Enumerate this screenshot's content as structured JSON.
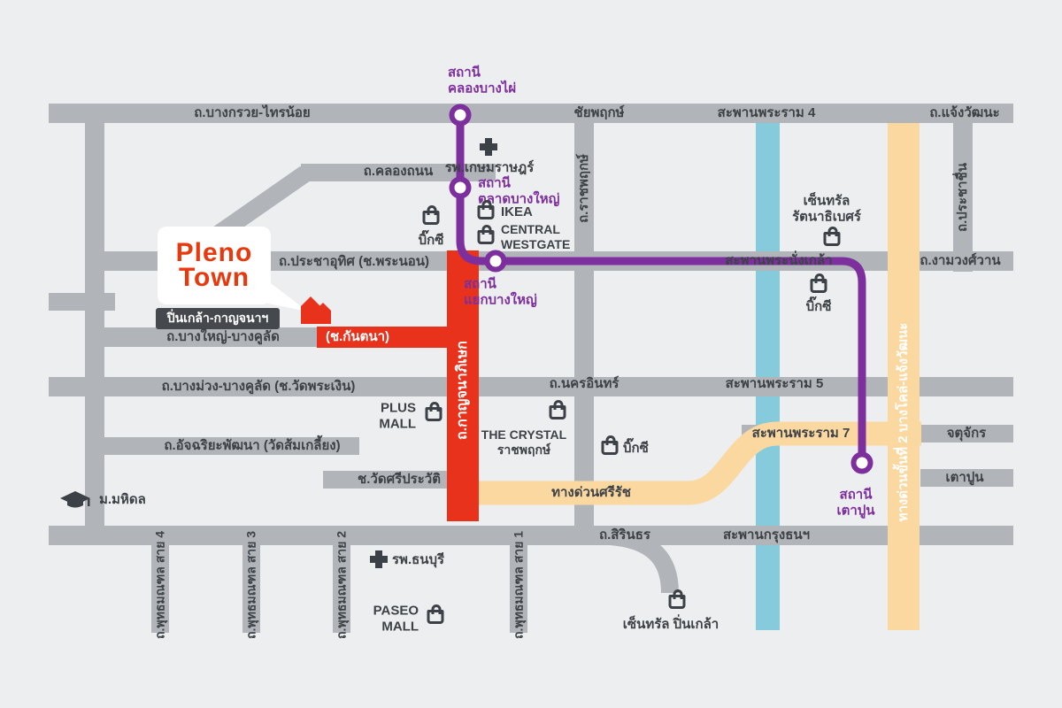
{
  "colors": {
    "background": "#edeef0",
    "road_gray": "#b1b5ba",
    "highway_red": "#e8321c",
    "mrt_purple": "#7d2f9d",
    "expressway_orange": "#fbd8a0",
    "river_blue": "#85cbdc",
    "label_dark": "#3d4247",
    "brand_red": "#e8380d"
  },
  "logo": {
    "brand_line1": "Pleno",
    "brand_line2": "Town",
    "project": "ปิ่นเกล้า-กาญจนาฯ"
  },
  "roads": {
    "bang_kruai_sai_noi": "ถ.บางกรวย-ไทรน้อย",
    "chaiyaphruek": "ชัยพฤกษ์",
    "saphan_rama4": "สะพานพระราม 4",
    "chaengwattana": "ถ.แจ้งวัฒนะ",
    "khlong_thanon": "ถ.คลองถนน",
    "ratchaphruek": "ถ.ราชพฤกษ์",
    "prachachuen": "ถ.ประชาชื่น",
    "pracha_uthit": "ถ.ประชาอุทิศ (ช.พระนอน)",
    "saphan_phra_nangklao": "สะพานพระนั่งเกล้า",
    "ngamwongwan": "ถ.งามวงศ์วาน",
    "bang_yai_bang_khulat": "ถ.บางใหญ่-บางคูลัด",
    "soi_kantana": "(ช.กันตนา)",
    "kanchanaphisek": "ถ.กาญจนาภิเษก",
    "bang_muang": "ถ.บางม่วง-บางคูลัด (ช.วัดพระเงิน)",
    "nakhon_in": "ถ.นครอินทร์",
    "saphan_rama5": "สะพานพระราม 5",
    "atchariya_phatthana": "ถ.อัจฉริยะพัฒนา (วัดส้มเกลี้ยง)",
    "soi_wat_si_prawat": "ช.วัดศรีประวัติ",
    "si_rat_expressway": "ทางด่วนศรีรัช",
    "saphan_rama7": "สะพานพระราม 7",
    "chatuchak": "จตุจักร",
    "tao_poon": "เตาปูน",
    "sirindhorn": "ถ.สิรินธร",
    "saphan_krung_thon": "สะพานกรุงธนฯ",
    "phutthamonthon_4": "ถ.พุทธมณฑล สาย 4",
    "phutthamonthon_3": "ถ.พุทธมณฑล สาย 3",
    "phutthamonthon_2": "ถ.พุทธมณฑล สาย 2",
    "phutthamonthon_1": "ถ.พุทธมณฑล สาย 1",
    "expressway_stage2": "ทางด่วนขั้นที่ 2 บางโคล่-แจ้งวัฒนะ"
  },
  "stations": {
    "khlong_bang_phai": "สถานี\nคลองบางไผ่",
    "talat_bang_yai": "สถานี\nตลาดบางใหญ่",
    "yaek_bang_yai": "สถานี\nแยกบางใหญ่",
    "tao_poon": "สถานี\nเตาปูน"
  },
  "places": {
    "kasemrad_hospital": "รพ.เกษมราษฎร์",
    "ikea": "IKEA",
    "central_westgate": "CENTRAL\nWESTGATE",
    "central_rattanathibet": "เซ็นทรัล\nรัตนาธิเบศร์",
    "big_c_1": "บิ๊กซี",
    "big_c_2": "บิ๊กซี",
    "big_c_3": "บิ๊กซี",
    "plus_mall": "PLUS\nMALL",
    "the_crystal": "THE CRYSTAL\nราชพฤกษ์",
    "mahidol_university": "ม.มหิดล",
    "thonburi_hospital": "รพ.ธนบุรี",
    "paseo_mall": "PASEO\nMALL",
    "central_pinklao": "เซ็นทรัล ปิ่นเกล้า"
  }
}
